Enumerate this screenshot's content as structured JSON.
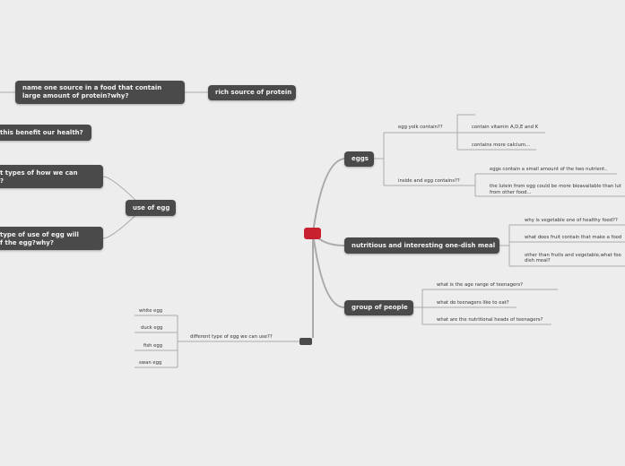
{
  "colors": {
    "background": "#ededed",
    "node": "#4a4a4a",
    "root": "#c8202f",
    "line": "#aaaaaa"
  },
  "left": {
    "protein_question": "name one source in a food that contain large amount of protein?why?",
    "protein_answer": "rich source of protein",
    "health_question": "this benefit our health?",
    "use_of_egg": "use of egg",
    "types_question": "t types of how we can ?",
    "types_question_lines": [
      "t types of how we can",
      "?"
    ],
    "use_type_question_lines": [
      "type of use of egg will",
      "f the egg?why?"
    ]
  },
  "eggs": {
    "label": "eggs",
    "yolk": {
      "label": "egg yolk contain??",
      "items": [
        "contain vitamin A,D,E and K",
        "contains more calcium..."
      ]
    },
    "inside": {
      "label": "inside and egg contains??",
      "items": [
        "eggs contain a small amount of the two nutrient..",
        "the lutein from egg could be more bioavailable than lut",
        "from other food..."
      ]
    }
  },
  "meal": {
    "label": "nutritious and interesting one-dish meal",
    "items": [
      "why is vegetable one of healthy food??",
      "what does fruit contain that make a food",
      "other than fruits and vegetable,what foo",
      "dish meal?"
    ]
  },
  "group": {
    "label": "group of people",
    "items": [
      "what is the age range of teenagers?",
      "what do teenagers like to eat?",
      "what are the nutritional heads of teenagers?"
    ]
  },
  "types": {
    "label": "different type of egg we can use??",
    "items": [
      "white egg",
      "duck egg",
      "fish egg",
      "swan egg"
    ]
  }
}
